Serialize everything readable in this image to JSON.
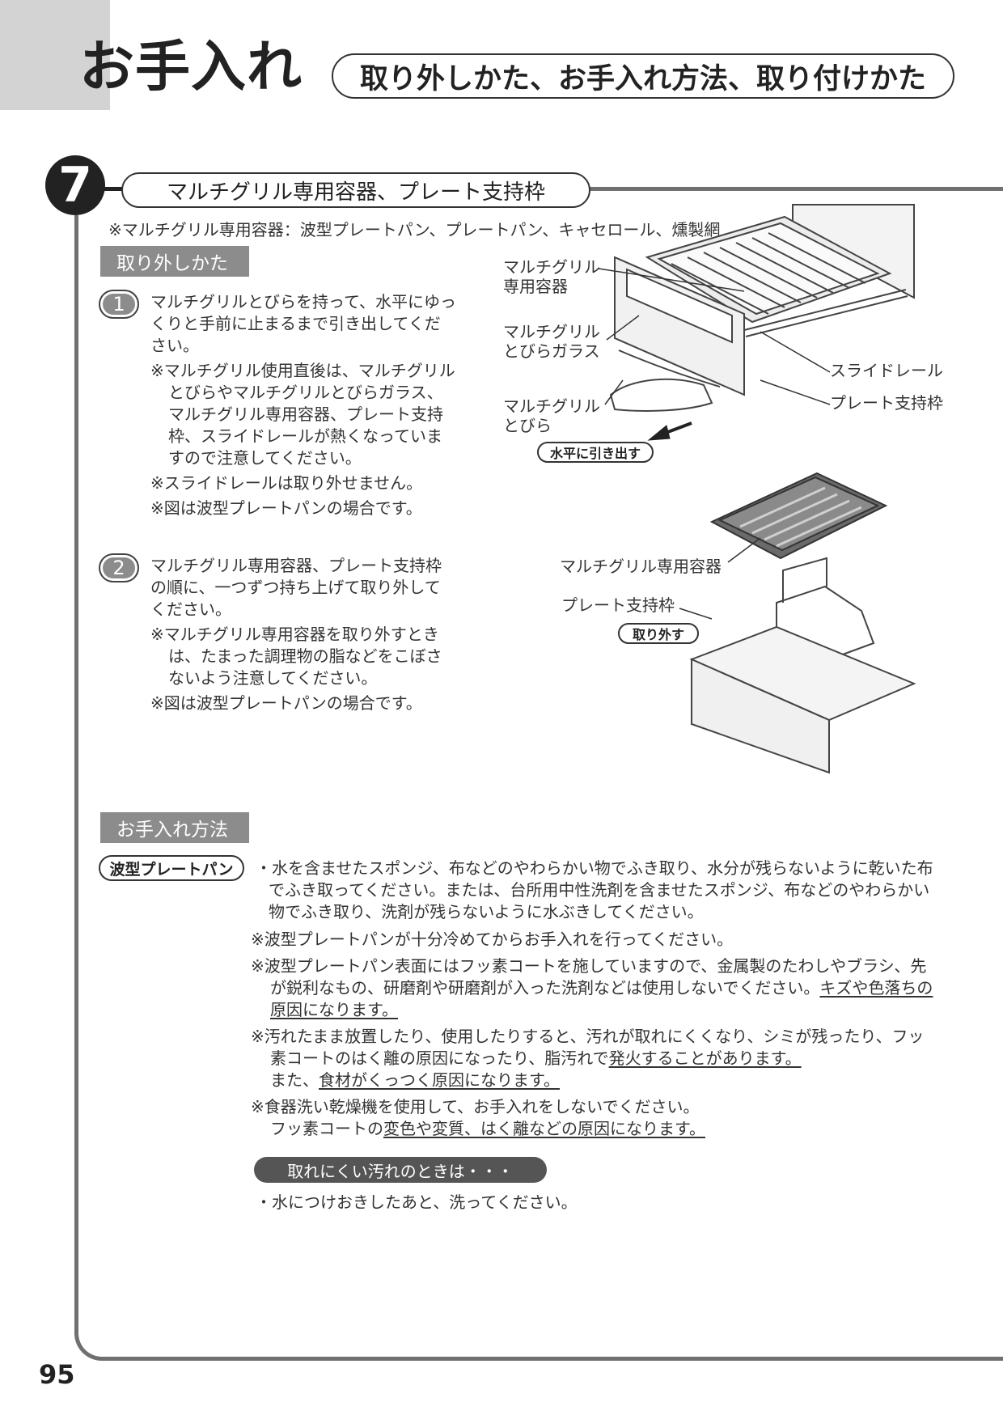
{
  "header": {
    "title": "お手入れ",
    "subtitle": "取り外しかた、お手入れ方法、取り付けかた"
  },
  "section": {
    "number": "7",
    "title": "マルチグリル専用容器、プレート支持枠",
    "note": "※マルチグリル専用容器：波型プレートパン、プレートパン、キャセロール、燻製網"
  },
  "removal": {
    "label": "取り外しかた",
    "step1": {
      "number": "1",
      "text": "マルチグリルとびらを持って、水平にゆっくりと手前に止まるまで引き出してください。",
      "notes": [
        "※マルチグリル使用直後は、マルチグリルとびらやマルチグリルとびらガラス、マルチグリル専用容器、プレート支持枠、スライドレールが熱くなっていますので注意してください。",
        "※スライドレールは取り外せません。",
        "※図は波型プレートパンの場合です。"
      ]
    },
    "step2": {
      "number": "2",
      "text": "マルチグリル専用容器、プレート支持枠の順に、一つずつ持ち上げて取り外してください。",
      "notes": [
        "※マルチグリル専用容器を取り外すときは、たまった調理物の脂などをこぼさないよう注意してください。",
        "※図は波型プレートパンの場合です。"
      ]
    }
  },
  "figure1": {
    "callout_container": "マルチグリル\n専用容器",
    "callout_glass": "マルチグリル\nとびらガラス",
    "callout_door": "マルチグリル\nとびら",
    "callout_rail": "スライドレール",
    "callout_frame": "プレート支持枠",
    "action": "水平に引き出す"
  },
  "figure2": {
    "callout_container": "マルチグリル専用容器",
    "callout_frame": "プレート支持枠",
    "action": "取り外す"
  },
  "care": {
    "label": "お手入れ方法",
    "item_tag": "波型プレートパン",
    "bullet": "・水を含ませたスポンジ、布などのやわらかい物でふき取り、水分が残らないように乾いた布でふき取ってください。または、台所用中性洗剤を含ませたスポンジ、布などのやわらかい物でふき取り、洗剤が残らないように水ぶきしてください。",
    "note1": "※波型プレートパンが十分冷めてからお手入れを行ってください。",
    "note2_a": "※波型プレートパン表面にはフッ素コートを施していますので、金属製のたわしやブラシ、先が鋭利なもの、研磨剤や研磨剤が入った洗剤などは使用しないでください。",
    "note2_u": "キズや色落ちの原因になります。",
    "note3_a": "※汚れたまま放置したり、使用したりすると、汚れが取れにくくなり、シミが残ったり、フッ素コートのはく離の原因になったり、脂汚れで",
    "note3_u1": "発火することがあります。",
    "note3_b": "また、",
    "note3_u2": "食材がくっつく原因になります。",
    "note4_a": "※食器洗い乾燥機を使用して、お手入れをしないでください。",
    "note4_b": "フッ素コートの",
    "note4_u": "変色や変質、はく離などの原因になります。",
    "tough_title": "取れにくい汚れのときは・・・",
    "tough_bullet": "・水につけおきしたあと、洗ってください。"
  },
  "page_number": "95"
}
